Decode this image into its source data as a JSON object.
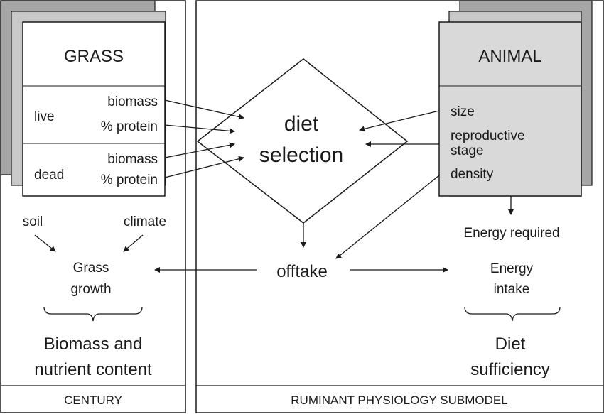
{
  "panels": {
    "left_footer": "CENTURY",
    "right_footer": "RUMINANT PHYSIOLOGY SUBMODEL"
  },
  "grass": {
    "title": "GRASS",
    "live_label": "live",
    "dead_label": "dead",
    "live_biomass": "biomass",
    "live_protein": "% protein",
    "dead_biomass": "biomass",
    "dead_protein": "% protein"
  },
  "animal": {
    "title": "ANIMAL",
    "size": "size",
    "reproductive_line1": "reproductive",
    "reproductive_line2": "stage",
    "density": "density"
  },
  "diet": {
    "line1": "diet",
    "line2": "selection"
  },
  "labels": {
    "soil": "soil",
    "climate": "climate",
    "grass_growth_line1": "Grass",
    "grass_growth_line2": "growth",
    "offtake": "offtake",
    "energy_required": "Energy required",
    "energy_intake_line1": "Energy",
    "energy_intake_line2": "intake"
  },
  "outcomes": {
    "left_line1": "Biomass and",
    "left_line2": "nutrient content",
    "right_line1": "Diet",
    "right_line2": "sufficiency"
  },
  "colors": {
    "stack_back": "#a6a6a6",
    "stack_mid": "#c8c8c8",
    "animal_fill": "#d9d9d9",
    "line": "#1a1a1a"
  }
}
